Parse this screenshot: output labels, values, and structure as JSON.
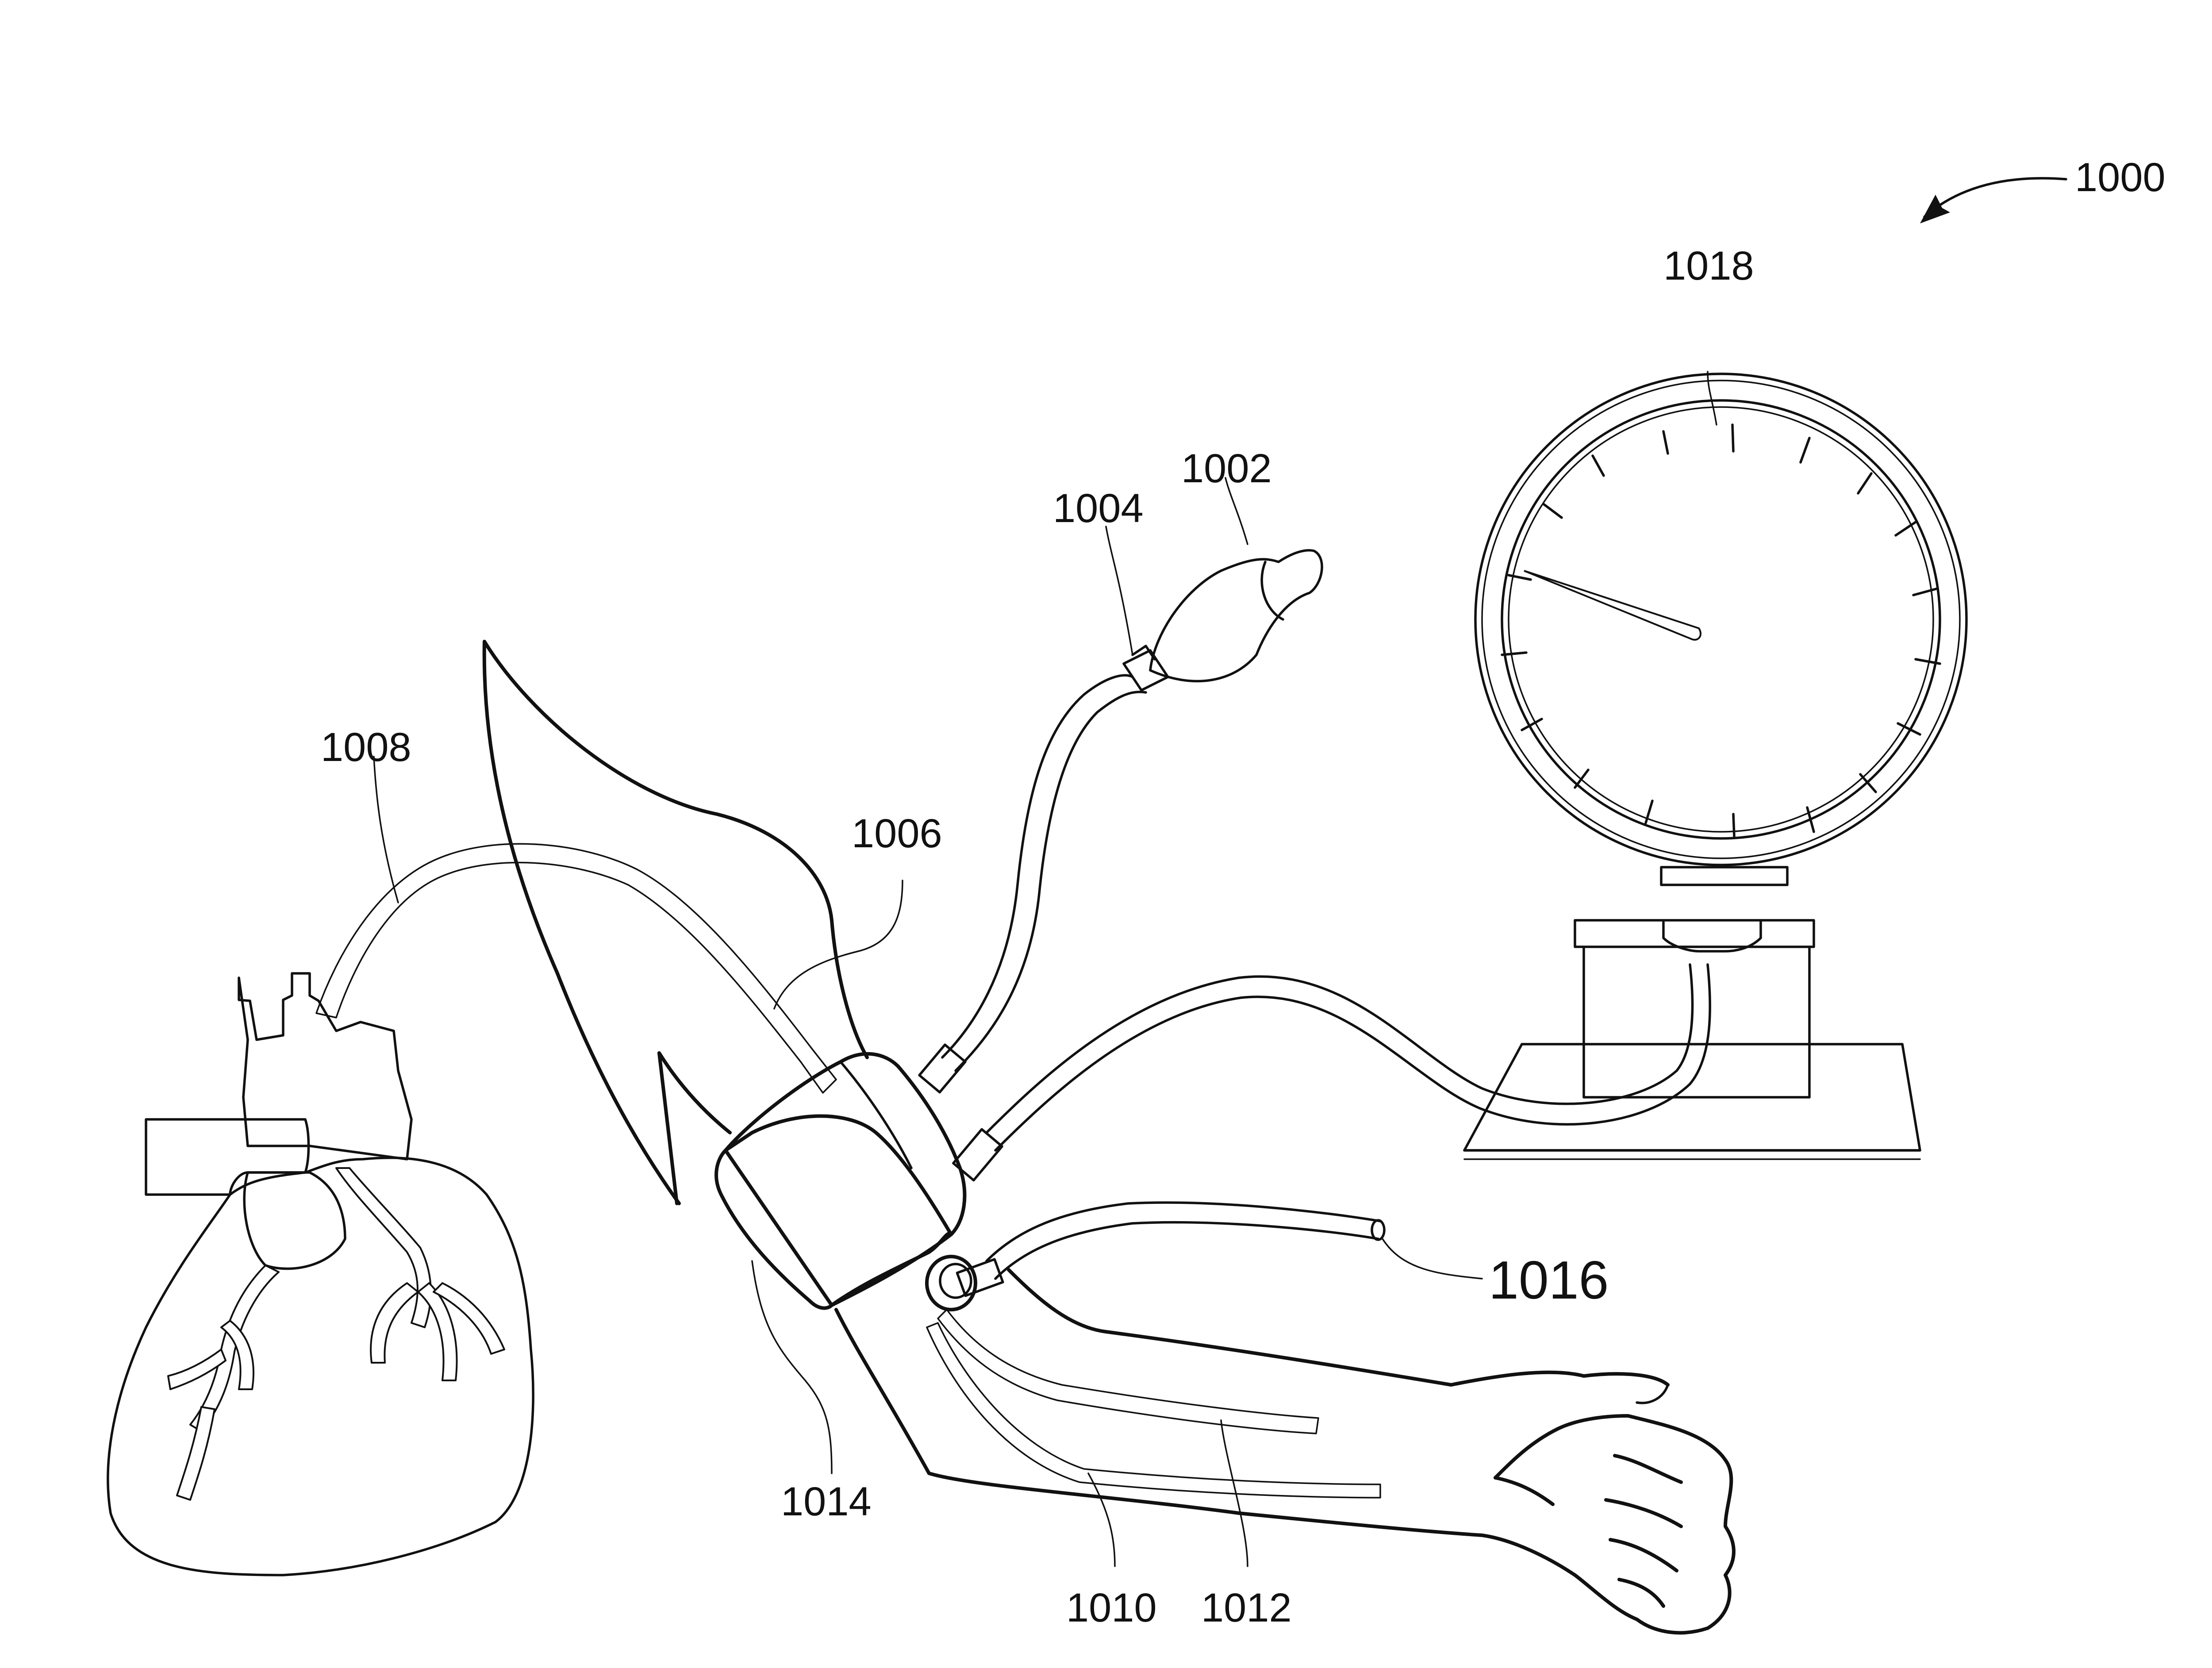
{
  "figure": {
    "labels": {
      "system": "1000",
      "bulb": "1002",
      "valve": "1004",
      "cuff": "1006",
      "aorta": "1008",
      "artery_1010": "1010",
      "artery_1012": "1012",
      "sensor": "1014",
      "tube_end": "1016",
      "gauge": "1018"
    }
  }
}
